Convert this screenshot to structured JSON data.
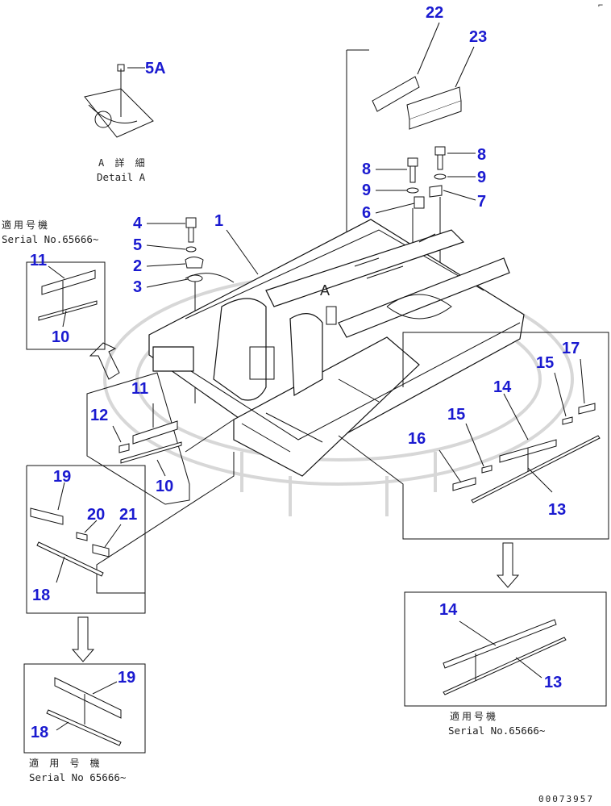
{
  "detail_a": {
    "label_jp": "A 詳 細",
    "label_en": "Detail A",
    "callout": "5A"
  },
  "serial_notes": [
    {
      "jp": "適用号機",
      "en": "Serial No.65666~"
    },
    {
      "jp": "適用号機",
      "en": "Serial No.65666~"
    },
    {
      "jp": "適 用 号 機",
      "en": "Serial No 65666~"
    }
  ],
  "callouts": [
    "1",
    "2",
    "3",
    "4",
    "5",
    "6",
    "7",
    "8",
    "9",
    "8",
    "9",
    "10",
    "10",
    "11",
    "11",
    "12",
    "13",
    "13",
    "14",
    "14",
    "15",
    "15",
    "16",
    "17",
    "18",
    "18",
    "19",
    "19",
    "20",
    "21",
    "22",
    "23"
  ],
  "view_marker": "A",
  "drawing_number": "00073957",
  "corner_mark": "⌐"
}
